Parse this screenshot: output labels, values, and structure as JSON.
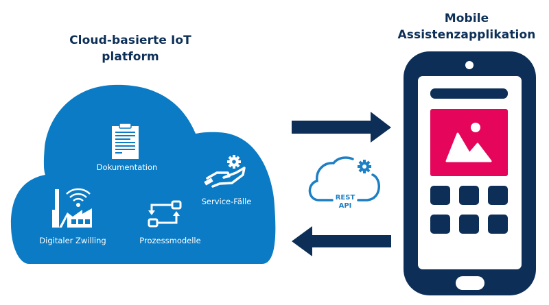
{
  "left_section": {
    "title_line1": "Cloud-basierte IoT",
    "title_line2": "platform",
    "items": [
      {
        "label": "Dokumentation",
        "icon": "clipboard-icon"
      },
      {
        "label": "Service-Fälle",
        "icon": "hand-gear-icon"
      },
      {
        "label": "Digitaler Zwilling",
        "icon": "factory-wifi-icon"
      },
      {
        "label": "Prozessmodelle",
        "icon": "process-flow-icon"
      }
    ]
  },
  "middle": {
    "api_label_line1": "REST",
    "api_label_line2": "API",
    "arrow_top": "arrow-right-icon",
    "arrow_bottom": "arrow-left-icon"
  },
  "right_section": {
    "title_line1": "Mobile",
    "title_line2": "Assistenzapplikation",
    "device": "smartphone-icon"
  },
  "colors": {
    "cloud_blue": "#0a7bc4",
    "navy": "#0d2f57",
    "accent_pink": "#e5055a",
    "white": "#ffffff"
  }
}
